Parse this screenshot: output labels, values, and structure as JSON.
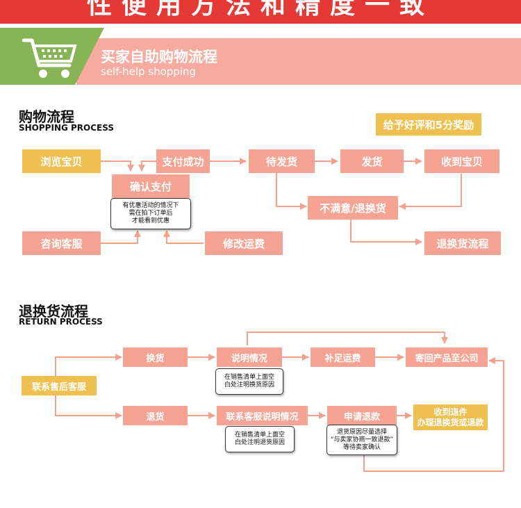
{
  "top_banner": {
    "text": "性便用方法和精度一致"
  },
  "header": {
    "title": "买家自助购物流程",
    "subtitle": "self-help shopping",
    "icon": "shopping-cart-icon"
  },
  "shopping": {
    "title": "购物流程",
    "subtitle": "SHOPPING PROCESS",
    "reward": "给予好评和5分奖励",
    "browse": "浏览宝贝",
    "pay_success": "支付成功",
    "await_ship": "待发货",
    "ship": "发货",
    "receive": "收到宝贝",
    "confirm_pay": "确认支付",
    "confirm_note": [
      "有优惠活动的情况下",
      "需在拍下订单后",
      "才能看到优惠"
    ],
    "unsatisfied": "不满意/退换货",
    "consult": "咨询客服",
    "modify_fee": "修改运费",
    "return_flow": "退换货流程"
  },
  "returns": {
    "title": "退换货流程",
    "subtitle": "RETURN PROCESS",
    "contact_after": "联系售后客服",
    "exchange": "换货",
    "explain": "说明情况",
    "explain_note": [
      "在销售清单上面空",
      "白处注明换货原因"
    ],
    "supplement": "补足运费",
    "send_back": "寄回产品至公司",
    "refund_goods": "退货",
    "contact_explain": "联系客服说明情况",
    "contact_note": [
      "在销售清单上面空",
      "白处注明退货原因"
    ],
    "apply_refund": "申请退款",
    "apply_note": [
      "退货原因尽量选择",
      "“与卖家协商一致退款”",
      "等待卖家确认"
    ],
    "receive_refund": [
      "收到退件",
      "办理退换货或退款"
    ]
  },
  "colors": {
    "red": "#e53935",
    "pink": "#f6a393",
    "yellow": "#efc050",
    "green": "#87b555",
    "line": "#f4a08e"
  }
}
